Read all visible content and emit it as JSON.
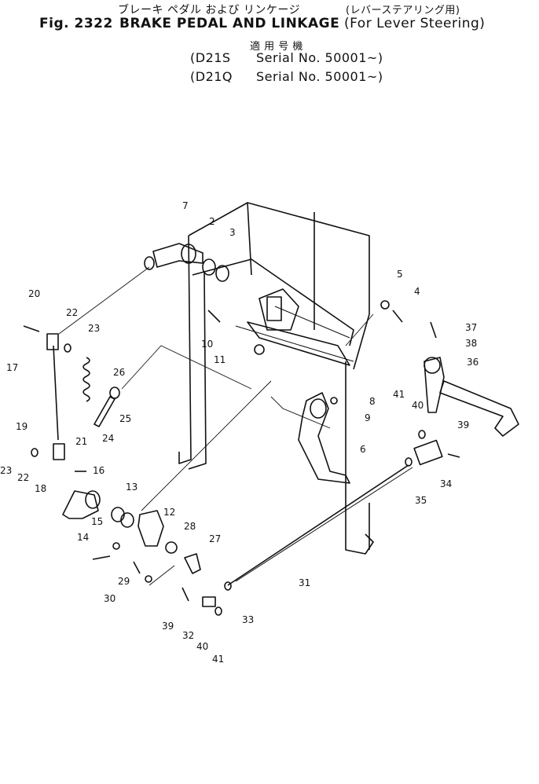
{
  "header": {
    "title_jp": "ブレーキ ペダル および リンケージ",
    "title_jp_paren": "(レバーステアリング用)",
    "fig_label": "Fig. 2322",
    "title_en": "BRAKE PEDAL AND LINKAGE",
    "title_en_paren": "(For Lever Steering)",
    "applicable_jp": "適 用 号 機",
    "serial_1_model": "(D21S",
    "serial_1_text": "Serial No. 50001~)",
    "serial_2_model": "(D21Q",
    "serial_2_text": "Serial No. 50001~)"
  },
  "callouts": [
    "7",
    "2",
    "3",
    "5",
    "4",
    "20",
    "22",
    "23",
    "37",
    "38",
    "17",
    "26",
    "10",
    "11",
    "36",
    "8",
    "9",
    "41",
    "40",
    "25",
    "24",
    "19",
    "6",
    "39",
    "21",
    "23",
    "22",
    "16",
    "18",
    "34",
    "35",
    "13",
    "12",
    "28",
    "15",
    "14",
    "27",
    "29",
    "30",
    "31",
    "33",
    "39",
    "32",
    "40",
    "41"
  ]
}
